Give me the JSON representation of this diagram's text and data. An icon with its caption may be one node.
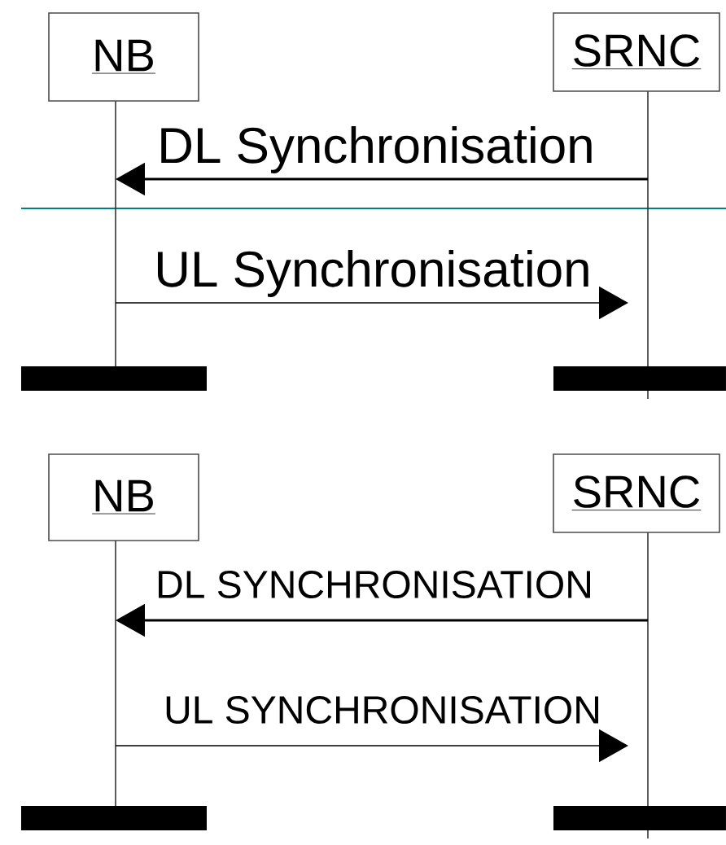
{
  "diagram": {
    "nodes": [
      {
        "text": [
          "NB"
        ]
      },
      {
        "text": [
          "SRNC"
        ]
      },
      {
        "text": [
          "NB"
        ]
      },
      {
        "text": [
          "SRNC"
        ]
      }
    ],
    "edges": [
      {
        "from": 1,
        "to": 0,
        "arrow": "to",
        "label": "DL Synchronisation"
      },
      {
        "from": 0,
        "to": 1,
        "arrow": "to",
        "label": "UL Synchronisation"
      },
      {
        "from": 3,
        "to": 2,
        "arrow": "to",
        "label": "DL SYNCHRONISATION"
      },
      {
        "from": 2,
        "to": 3,
        "arrow": "to",
        "label": "UL SYNCHRONISATION"
      }
    ]
  }
}
